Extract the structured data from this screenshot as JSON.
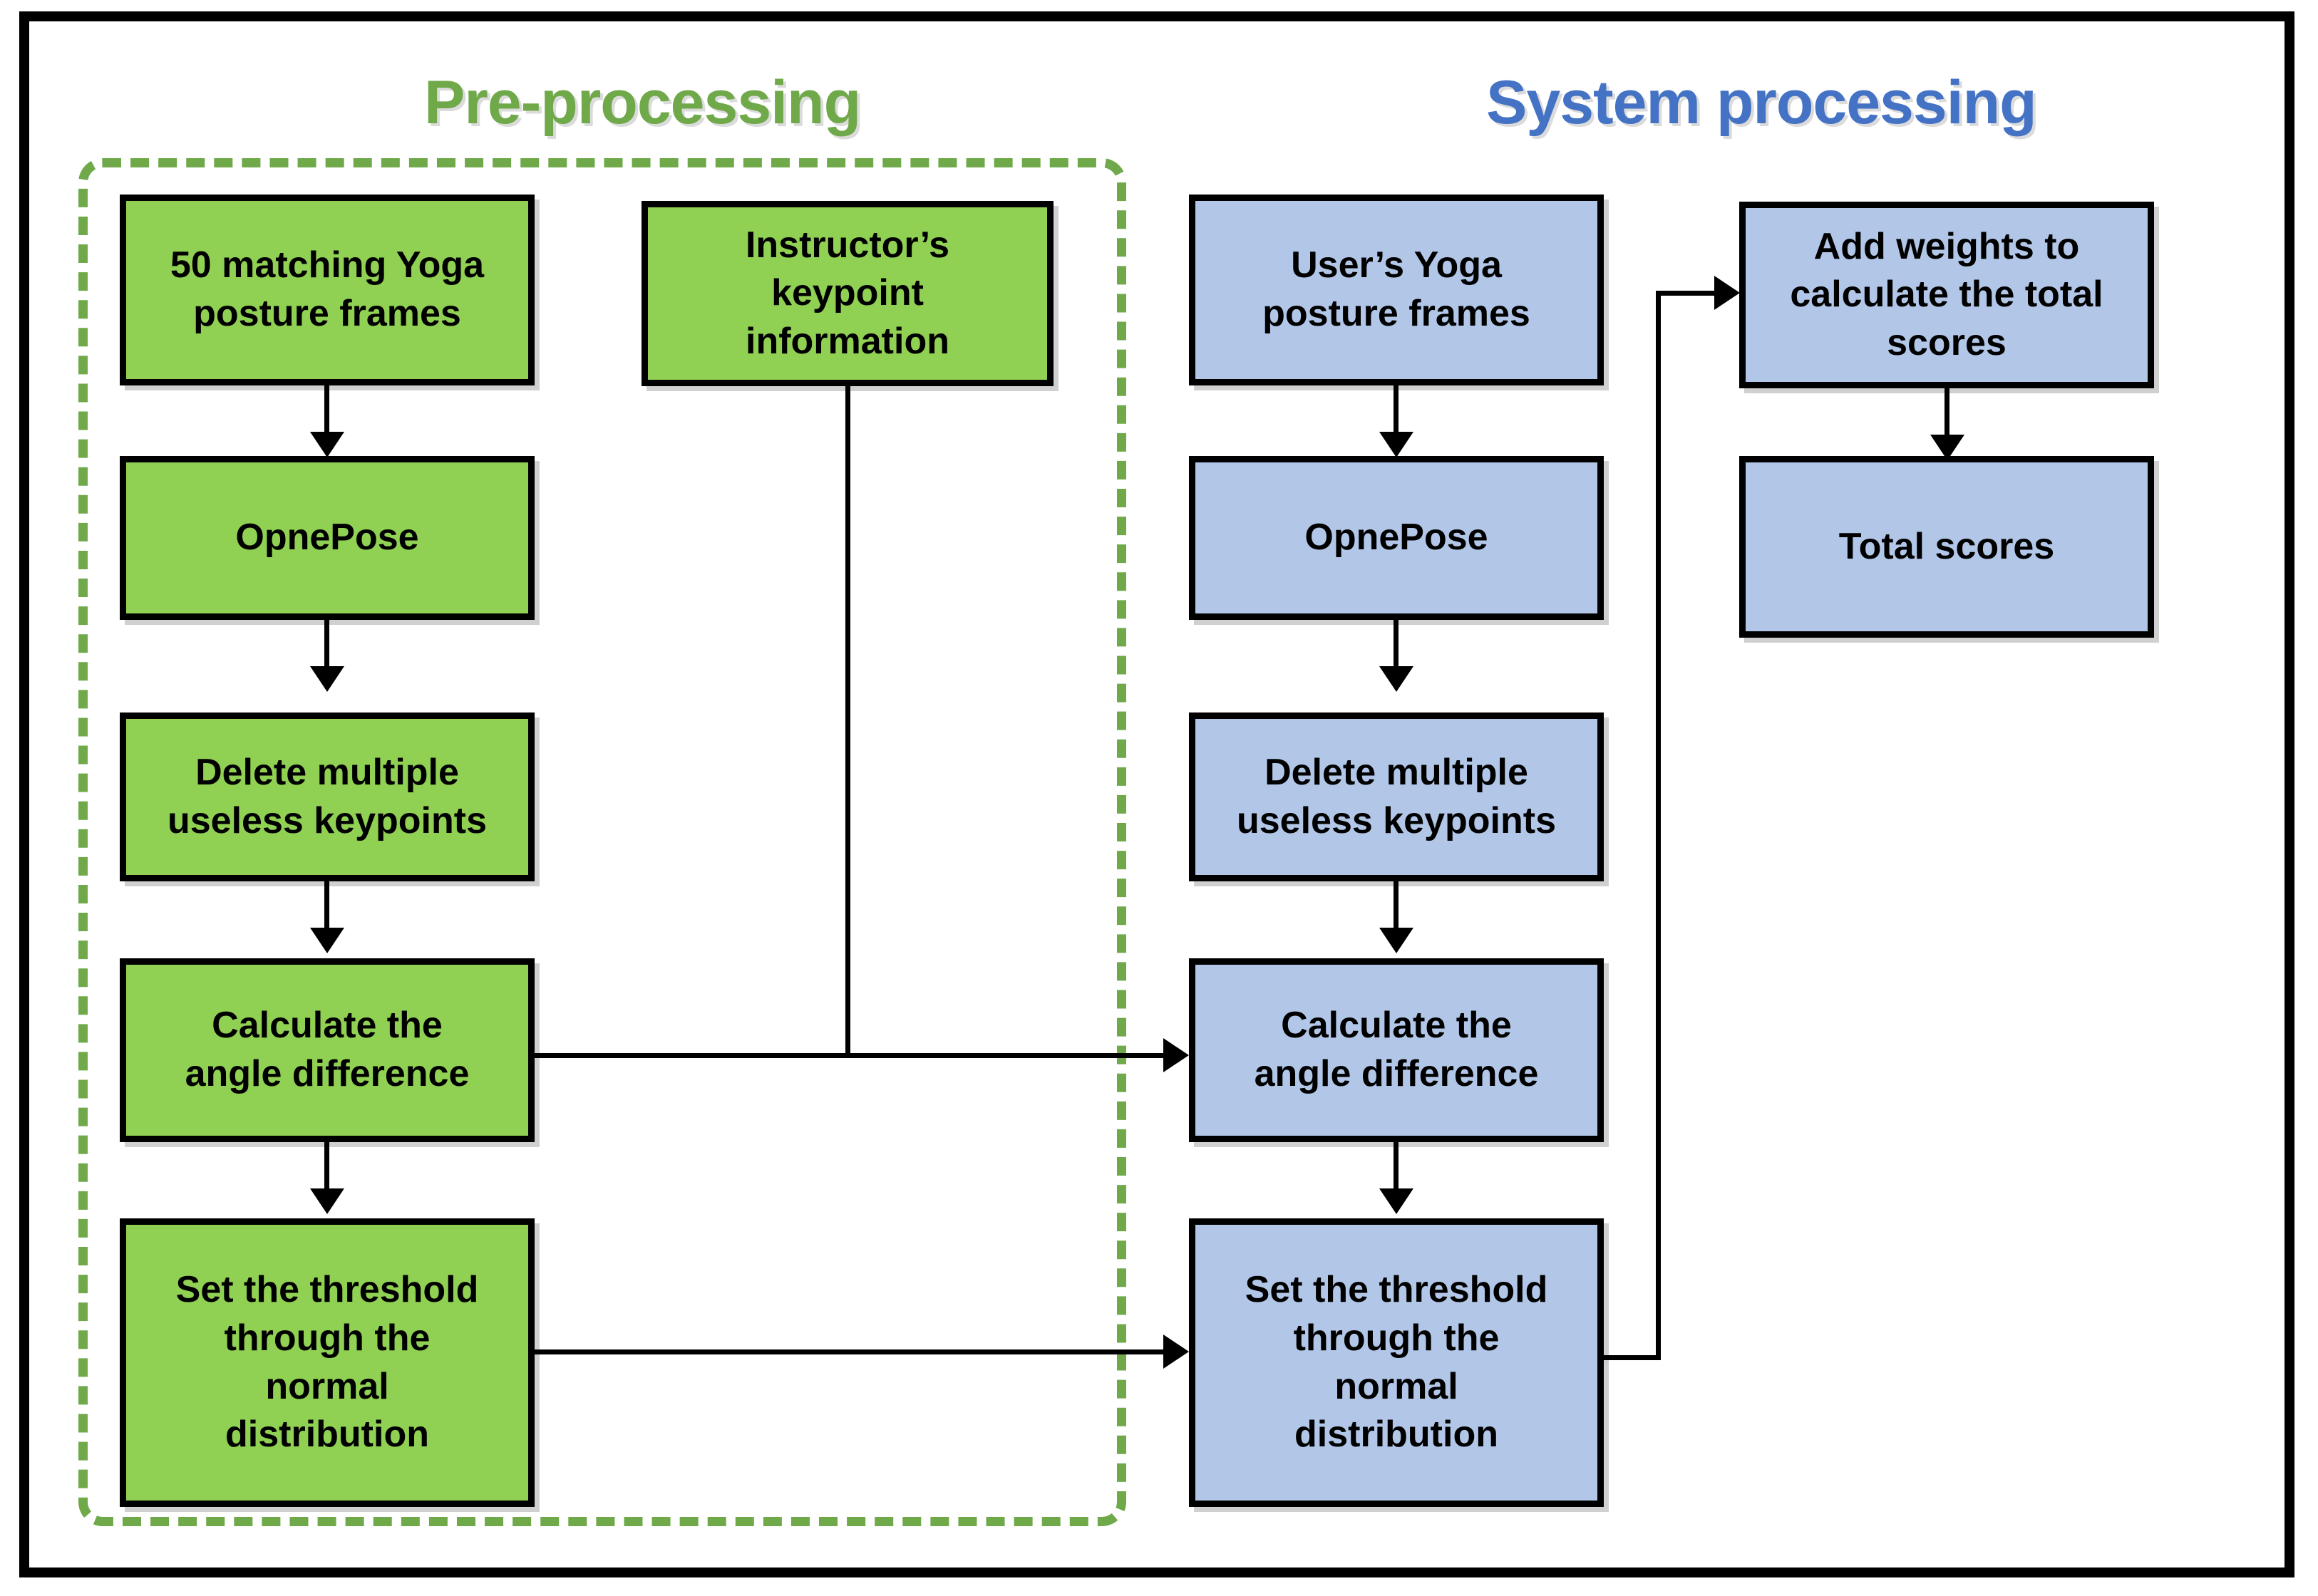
{
  "diagram": {
    "title_preprocessing": "Pre-processing",
    "title_system": "System processing",
    "colors": {
      "green_fill": "#90D052",
      "blue_fill": "#B2C7E8",
      "green_title": "#6FA94A",
      "blue_title": "#4472C4",
      "border": "#000000",
      "dashed_group": "#6FA94A"
    },
    "preprocessing_nodes": [
      {
        "id": "frames50",
        "line1": "50 matching Yoga",
        "line2": "posture frames"
      },
      {
        "id": "openpose_l",
        "line1": "OpnePose",
        "line2": ""
      },
      {
        "id": "delete_l",
        "line1": "Delete multiple",
        "line2": "useless keypoints"
      },
      {
        "id": "angle_l",
        "line1": "Calculate the",
        "line2": "angle difference"
      },
      {
        "id": "thresh_l",
        "line1": "Set the threshold",
        "line2": "through the",
        "line3": "normal",
        "line4": "distribution"
      }
    ],
    "instructor_node": {
      "id": "instructor",
      "line1": "Instructor’s",
      "line2": "keypoint",
      "line3": "information"
    },
    "system_nodes": [
      {
        "id": "frames_user",
        "line1": "User’s Yoga",
        "line2": "posture frames"
      },
      {
        "id": "openpose_r",
        "line1": "OpnePose",
        "line2": ""
      },
      {
        "id": "delete_r",
        "line1": "Delete multiple",
        "line2": "useless keypoints"
      },
      {
        "id": "angle_r",
        "line1": "Calculate the",
        "line2": "angle difference"
      },
      {
        "id": "thresh_r",
        "line1": "Set the threshold",
        "line2": "through the",
        "line3": "normal",
        "line4": "distribution"
      }
    ],
    "scoring_nodes": [
      {
        "id": "weights",
        "line1": "Add weights to",
        "line2": "calculate the total",
        "line3": "scores"
      },
      {
        "id": "totals",
        "line1": "Total scores",
        "line2": ""
      }
    ]
  }
}
